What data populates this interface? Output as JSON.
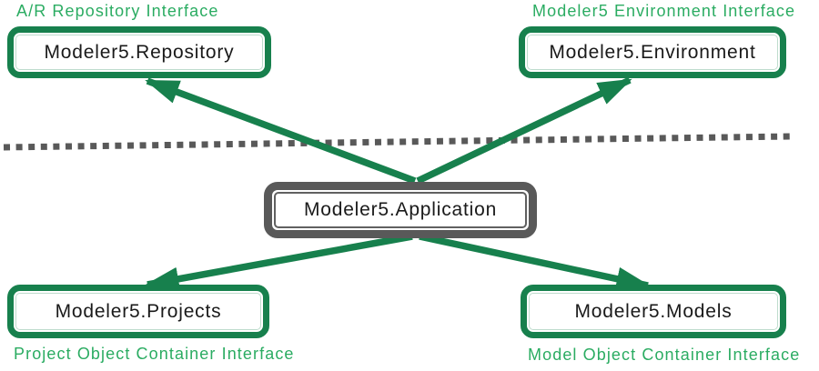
{
  "diagram": {
    "colors": {
      "green_dark": "#17804D",
      "green_label": "#2BAC62",
      "gray": "#595959",
      "box_text": "#1A1A1A"
    },
    "nodes": {
      "repository": {
        "title": "Modeler5.Repository",
        "label": "A/R Repository Interface"
      },
      "environment": {
        "title": "Modeler5.Environment",
        "label": "Modeler5 Environment Interface"
      },
      "application": {
        "title": "Modeler5.Application"
      },
      "projects": {
        "title": "Modeler5.Projects",
        "label": "Project Object Container Interface"
      },
      "models": {
        "title": "Modeler5.Models",
        "label": "Model Object Container Interface"
      }
    },
    "connections": [
      {
        "from": "application",
        "to": "repository"
      },
      {
        "from": "application",
        "to": "environment"
      },
      {
        "from": "application",
        "to": "projects"
      },
      {
        "from": "application",
        "to": "models"
      }
    ]
  }
}
